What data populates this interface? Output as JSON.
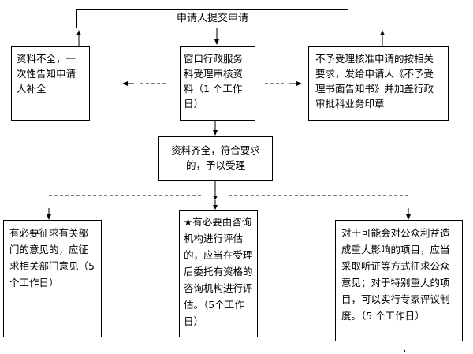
{
  "diagram": {
    "top": "申请人提交申请",
    "left": "资料不全，一次性告知申请人补全",
    "center": "窗口行政服务科受理审核资料（1 个工作日）",
    "right": "不予受理核准申请的按相关要求，发给申请人《不予受理书面告知书》并加盖行政审批科业务印章",
    "accept": "资料齐全，符合要求的，予以受理",
    "bottom_left": "有必要征求有关部门的意见的，应征求相关部门意见（5个工作日）",
    "bottom_center": "★有必要由咨询机构进行评估的，应当在受理后委托有资格的咨询机构进行评估。（5个工作日）",
    "bottom_right": "对于可能会对公众利益造成重大影响的项目，应当采取听证等方式征求公众意见；对于特别重大的项目，可以实行专家评议制度。（5 个工作日）"
  }
}
